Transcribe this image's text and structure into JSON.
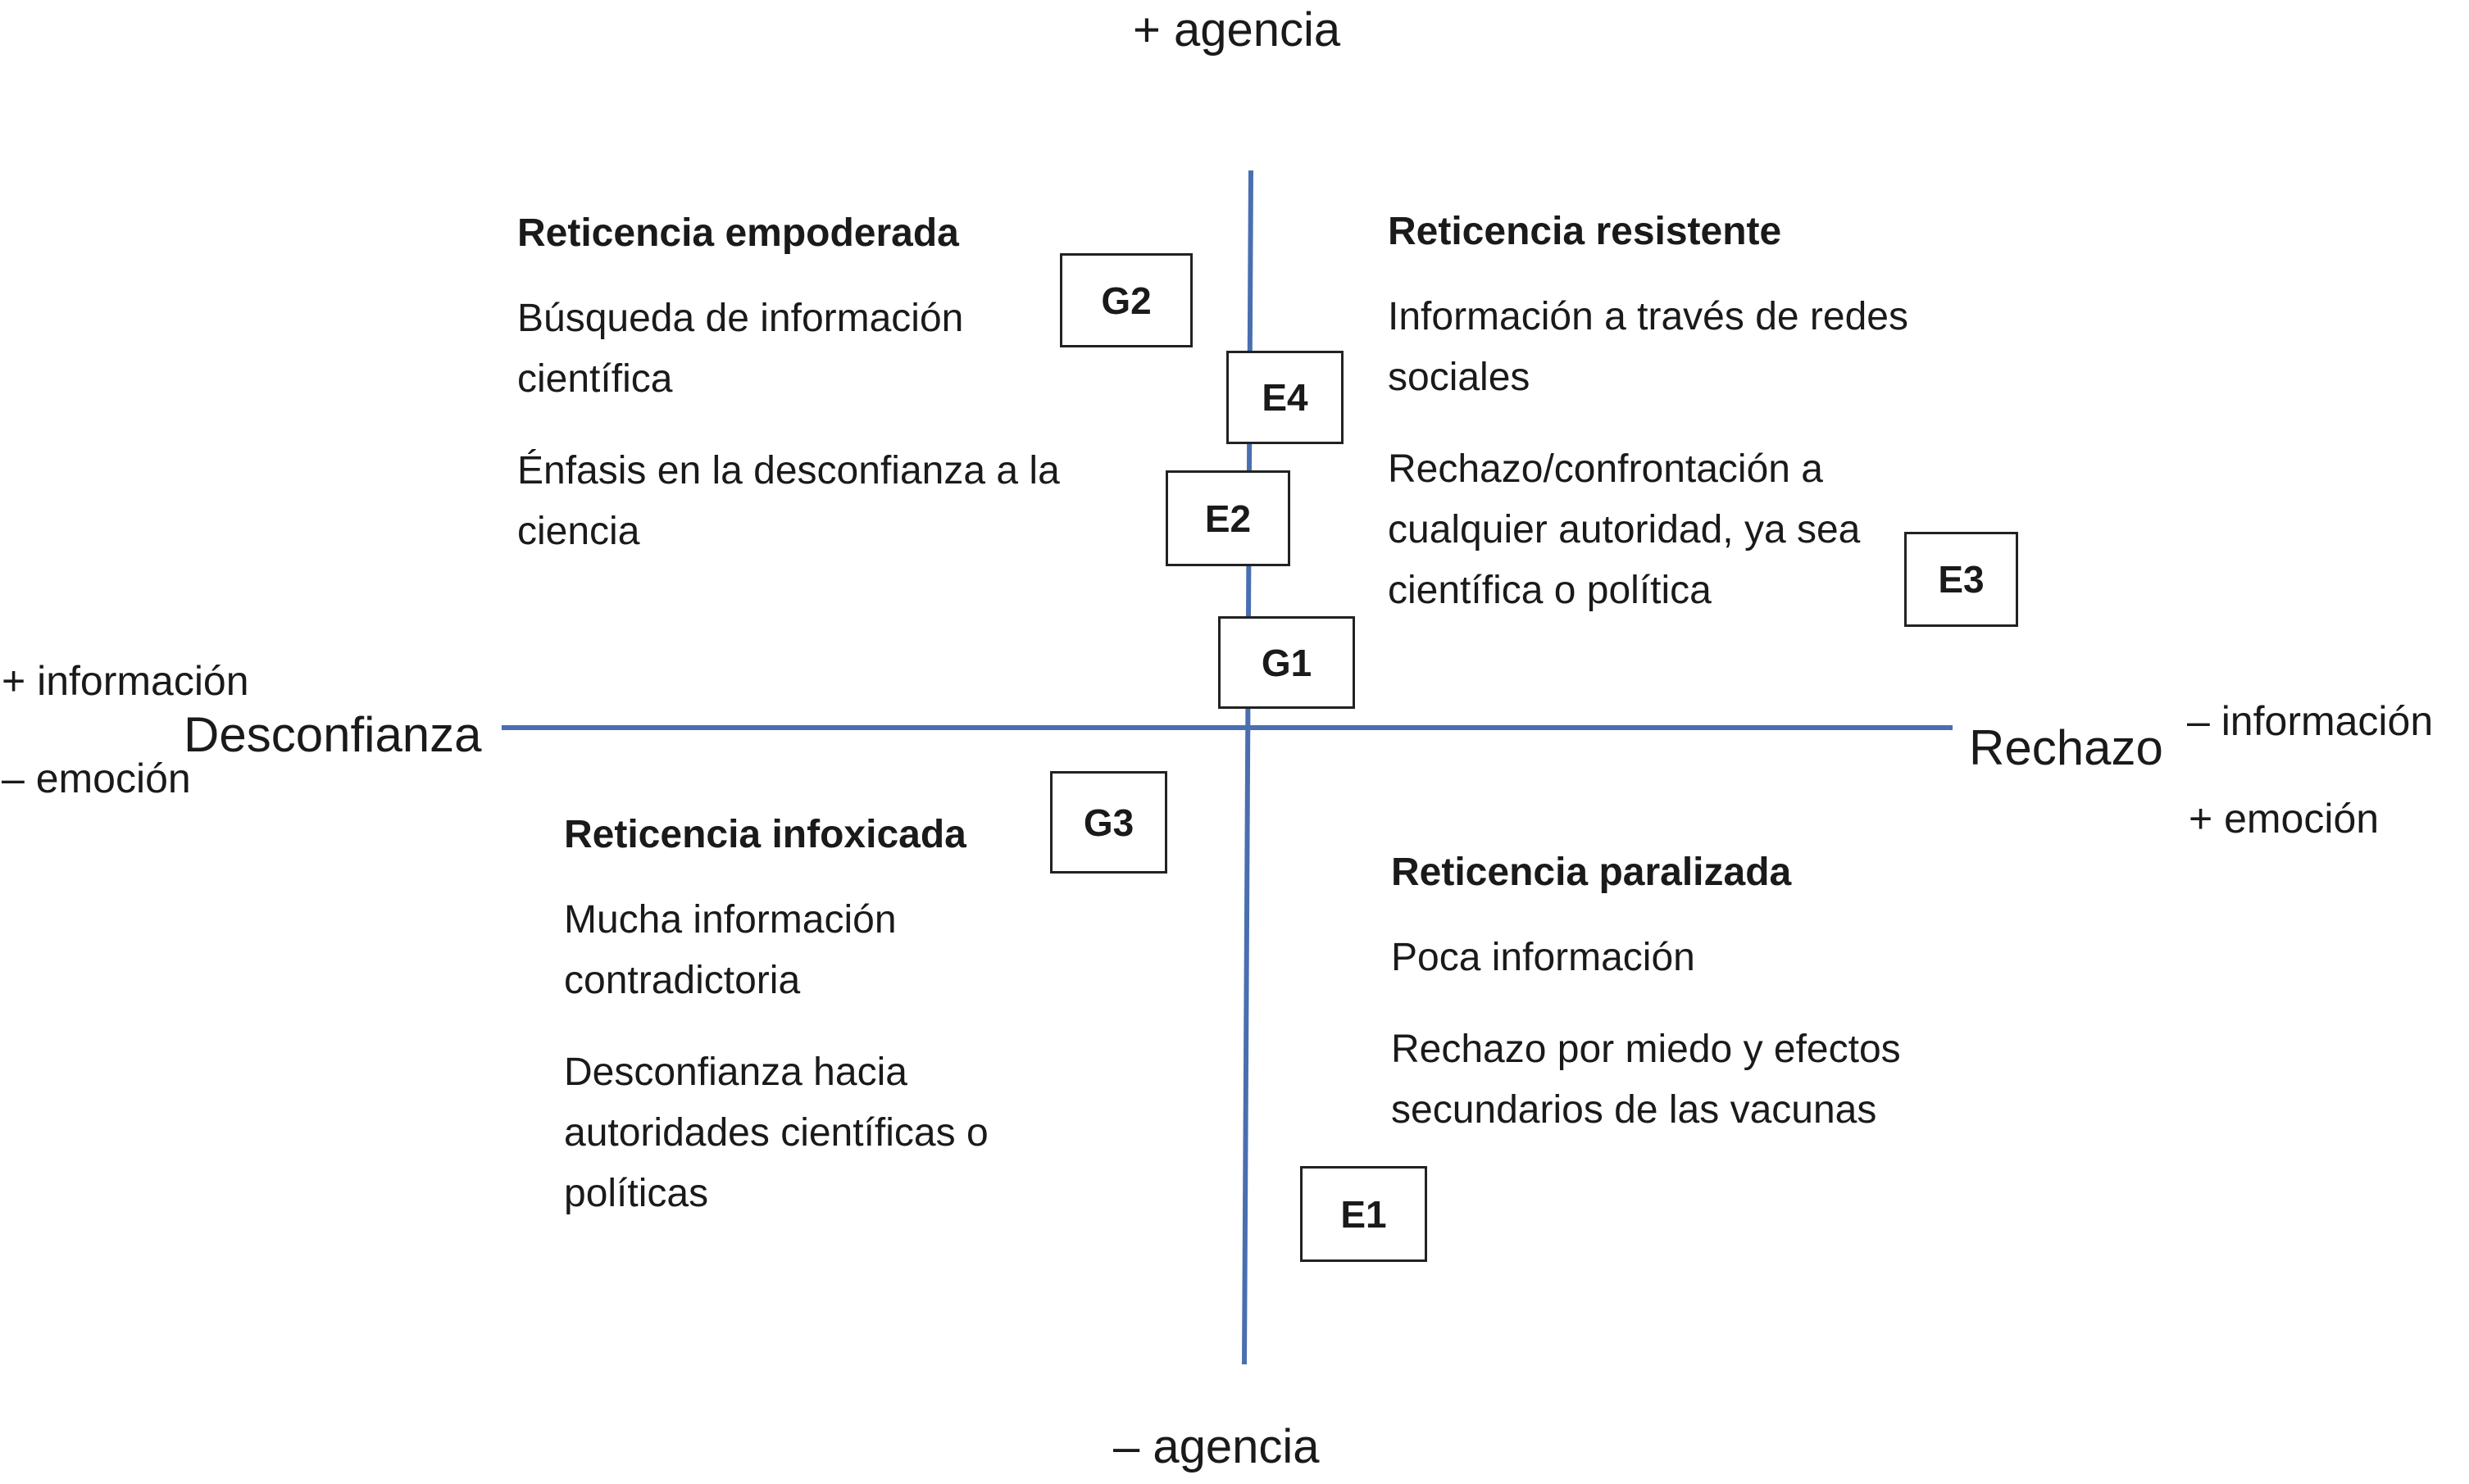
{
  "axes": {
    "top": "+ agencia",
    "bottom": "– agencia",
    "left": "Desconfianza",
    "right": "Rechazo"
  },
  "left_side": {
    "line1": "+ información",
    "line2": "– emoción"
  },
  "right_side": {
    "line1": "– información",
    "line2": "+ emoción"
  },
  "quadrants": {
    "top_left": {
      "title": "Reticencia empoderada",
      "items": [
        "Búsqueda de información científica",
        "Énfasis en la desconfianza a la ciencia"
      ]
    },
    "top_right": {
      "title": "Reticencia resistente",
      "items": [
        "Información a través de redes sociales",
        "Rechazo/confrontación a cualquier autoridad, ya sea científica o política"
      ]
    },
    "bottom_left": {
      "title": "Reticencia infoxicada",
      "items": [
        "Mucha información contradictoria",
        "Desconfianza hacia autoridades científicas o políticas"
      ]
    },
    "bottom_right": {
      "title": "Reticencia paralizada",
      "items": [
        "Poca información",
        "Rechazo por miedo y efectos secundarios de las vacunas"
      ]
    }
  },
  "markers": {
    "g1": "G1",
    "g2": "G2",
    "g3": "G3",
    "e1": "E1",
    "e2": "E2",
    "e3": "E3",
    "e4": "E4"
  },
  "colors": {
    "axis": "#4a6fb0",
    "text": "#1a1a1a",
    "box_border": "#222222"
  }
}
